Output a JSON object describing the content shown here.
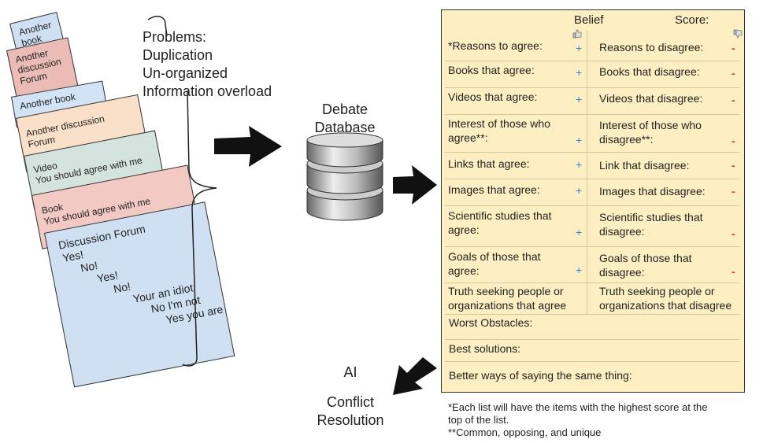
{
  "cards": [
    {
      "lines": [
        "Another",
        "book"
      ]
    },
    {
      "lines": [
        "Another",
        "discussion",
        "Forum"
      ]
    },
    {
      "lines": [
        "Another book"
      ]
    },
    {
      "lines": [
        "Another discussion",
        "Forum"
      ]
    },
    {
      "lines": [
        "Video",
        "You should agree with me"
      ]
    },
    {
      "lines": [
        "Book",
        "You should agree with me"
      ]
    },
    {
      "lines": [
        "Discussion Forum",
        "Yes!",
        "No!",
        "Yes!",
        "No!",
        "Your an idiot",
        "No I'm not",
        "Yes you are"
      ]
    }
  ],
  "problems": "Problems:\nDuplication\nUn-organized\nInformation overload",
  "database": {
    "label": "Debate\nDatabase"
  },
  "ai": {
    "label1": "AI",
    "label2": "Conflict\nResolution"
  },
  "panel": {
    "title": "Belief",
    "score": "Score:",
    "rows": [
      {
        "left": "*Reasons to agree:",
        "right": "Reasons to disagree:"
      },
      {
        "left": "Books that agree:",
        "right": "Books that disagree:"
      },
      {
        "left": "Videos that agree:",
        "right": "Videos that disagree:"
      },
      {
        "left": "Interest of those who\nagree**:",
        "right": "Interest of those who\ndisagree**:"
      },
      {
        "left": "Links that agree:",
        "right": "Link that disagree:"
      },
      {
        "left": "Images that agree:",
        "right": "Images that disagree:"
      },
      {
        "left": "Scientific studies that\nagree:",
        "right": "Scientific studies that\ndisagree:"
      },
      {
        "left": "Goals of those that\nagree:",
        "right": "Goals of those that\ndisagree:"
      },
      {
        "left": "Truth seeking people or\norganizations that agree",
        "right": "Truth seeking people or\norganizations that disagree"
      }
    ],
    "plus": "+",
    "minus": "-",
    "worst": "Worst Obstacles:",
    "best": "Best solutions:",
    "better": "Better ways of saying the same thing:"
  },
  "footnote": "*Each list will have the items with the highest score at the\ntop of the list.\n**Common, opposing, and unique",
  "colors": {
    "panel": "#fdefc2",
    "plus": "#3b7fd8",
    "minus": "#e03030"
  }
}
